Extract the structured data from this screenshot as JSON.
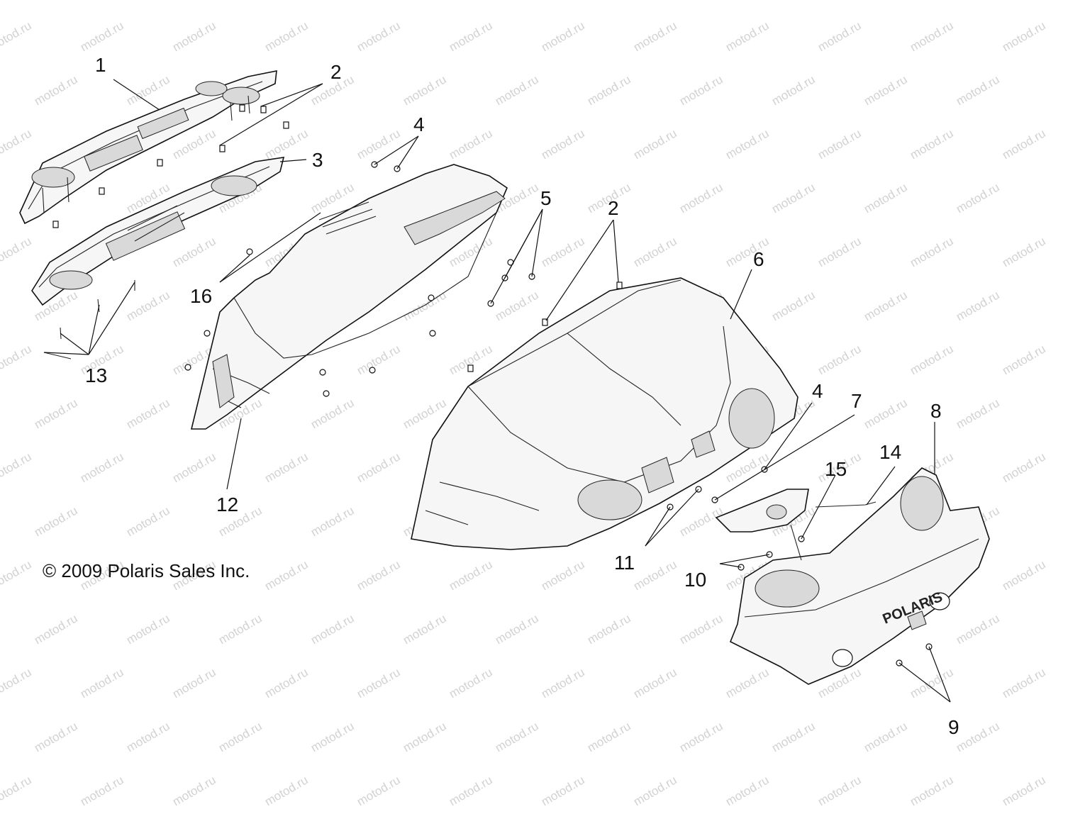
{
  "watermark": {
    "text": "motod.ru"
  },
  "copyright": {
    "symbol": "©",
    "text": "2009 Polaris Sales Inc."
  },
  "brand_mark": {
    "text": "POLARIS"
  },
  "callouts": [
    {
      "id": "c1",
      "label": "1"
    },
    {
      "id": "c2a",
      "label": "2"
    },
    {
      "id": "c3",
      "label": "3"
    },
    {
      "id": "c4a",
      "label": "4"
    },
    {
      "id": "c5",
      "label": "5"
    },
    {
      "id": "c2b",
      "label": "2"
    },
    {
      "id": "c6",
      "label": "6"
    },
    {
      "id": "c16",
      "label": "16"
    },
    {
      "id": "c13",
      "label": "13"
    },
    {
      "id": "c4b",
      "label": "4"
    },
    {
      "id": "c7",
      "label": "7"
    },
    {
      "id": "c8",
      "label": "8"
    },
    {
      "id": "c14",
      "label": "14"
    },
    {
      "id": "c15",
      "label": "15"
    },
    {
      "id": "c12",
      "label": "12"
    },
    {
      "id": "c11",
      "label": "11"
    },
    {
      "id": "c10",
      "label": "10"
    },
    {
      "id": "c9",
      "label": "9"
    }
  ]
}
